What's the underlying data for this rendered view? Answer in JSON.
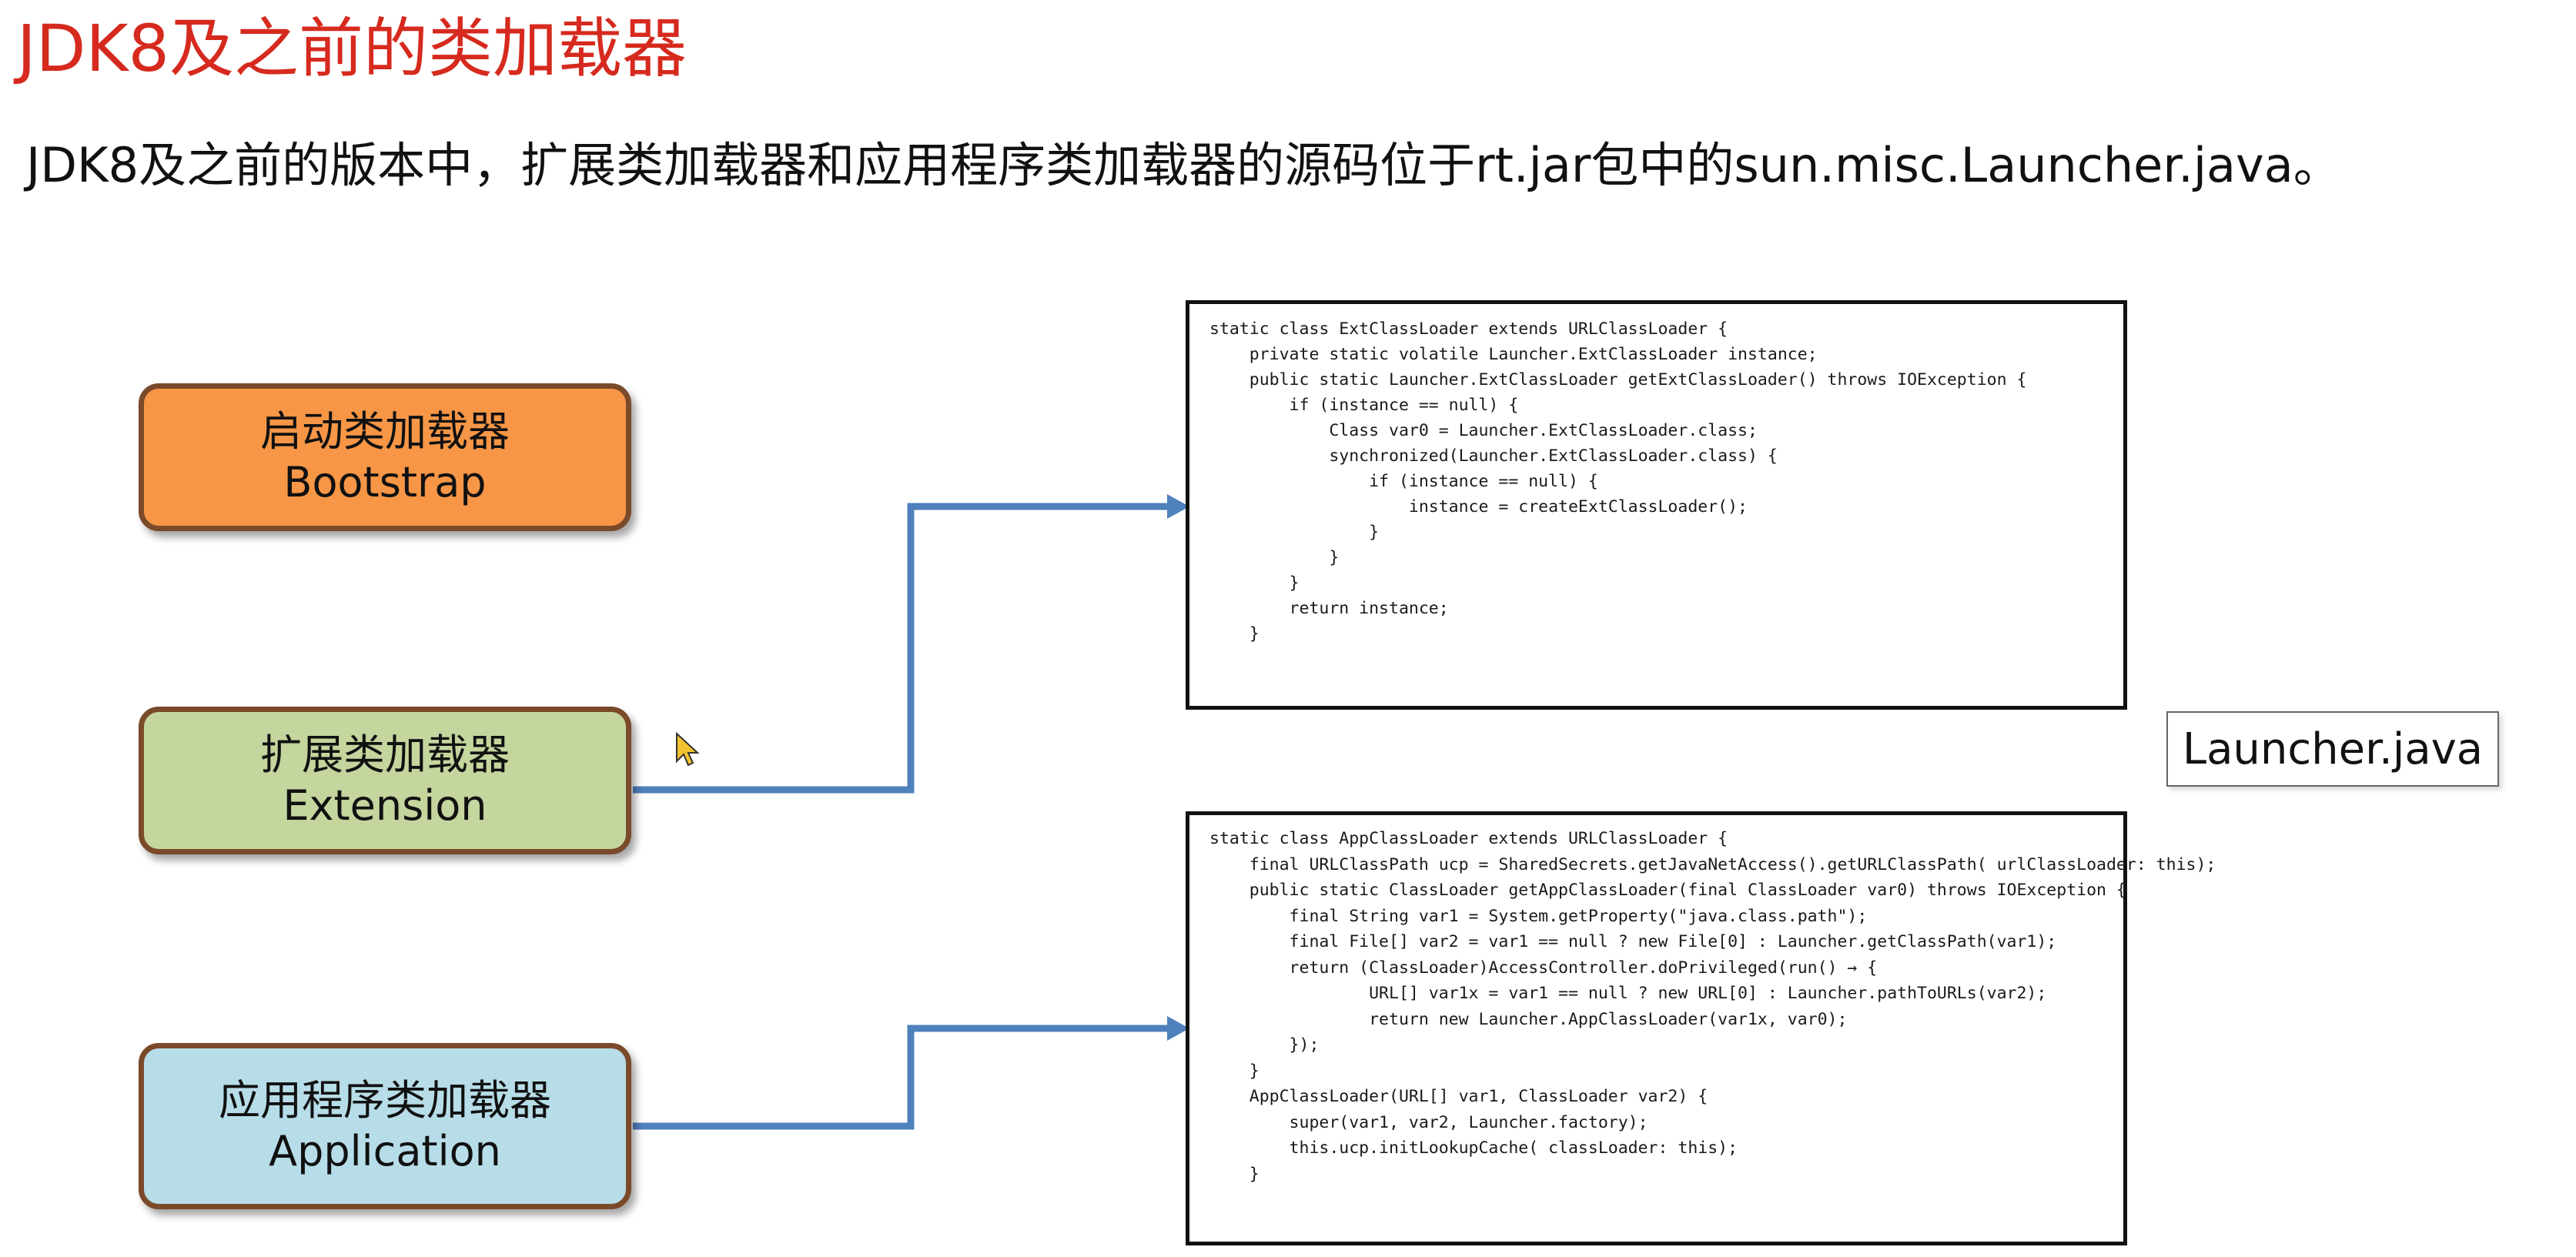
{
  "title": "JDK8及之前的类加载器",
  "subtitle": "JDK8及之前的版本中，扩展类加载器和应用程序类加载器的源码位于rt.jar包中的sun.misc.Launcher.java。",
  "loaders": [
    {
      "name_cn": "启动类加载器",
      "name_en": "Bootstrap",
      "color": "#f79646"
    },
    {
      "name_cn": "扩展类加载器",
      "name_en": "Extension",
      "color": "#c4d59e"
    },
    {
      "name_cn": "应用程序类加载器",
      "name_en": "Application",
      "color": "#b7dde8"
    }
  ],
  "file_label": "Launcher.java",
  "ext_code": [
    "static class ExtClassLoader extends URLClassLoader {",
    "    private static volatile Launcher.ExtClassLoader instance;",
    "",
    "    public static Launcher.ExtClassLoader getExtClassLoader() throws IOException {",
    "        if (instance == null) {",
    "            Class var0 = Launcher.ExtClassLoader.class;",
    "            synchronized(Launcher.ExtClassLoader.class) {",
    "                if (instance == null) {",
    "                    instance = createExtClassLoader();",
    "                }",
    "            }",
    "        }",
    "",
    "        return instance;",
    "    }"
  ],
  "app_code": [
    "static class AppClassLoader extends URLClassLoader {",
    "    final URLClassPath ucp = SharedSecrets.getJavaNetAccess().getURLClassPath( urlClassLoader: this);",
    "",
    "    public static ClassLoader getAppClassLoader(final ClassLoader var0) throws IOException {",
    "        final String var1 = System.getProperty(\"java.class.path\");",
    "        final File[] var2 = var1 == null ? new File[0] : Launcher.getClassPath(var1);",
    "        return (ClassLoader)AccessController.doPrivileged(run() → {",
    "                URL[] var1x = var1 == null ? new URL[0] : Launcher.pathToURLs(var2);",
    "                return new Launcher.AppClassLoader(var1x, var0);",
    "        });",
    "    }",
    "",
    "    AppClassLoader(URL[] var1, ClassLoader var2) {",
    "        super(var1, var2, Launcher.factory);",
    "        this.ucp.initLookupCache( classLoader: this);",
    "    }"
  ],
  "colors": {
    "title": "#d62a1e",
    "connector": "#4f81bd",
    "box_border": "#7a4a2a"
  },
  "icons": [
    "mouse-cursor-icon",
    "arrow-head-icon"
  ]
}
